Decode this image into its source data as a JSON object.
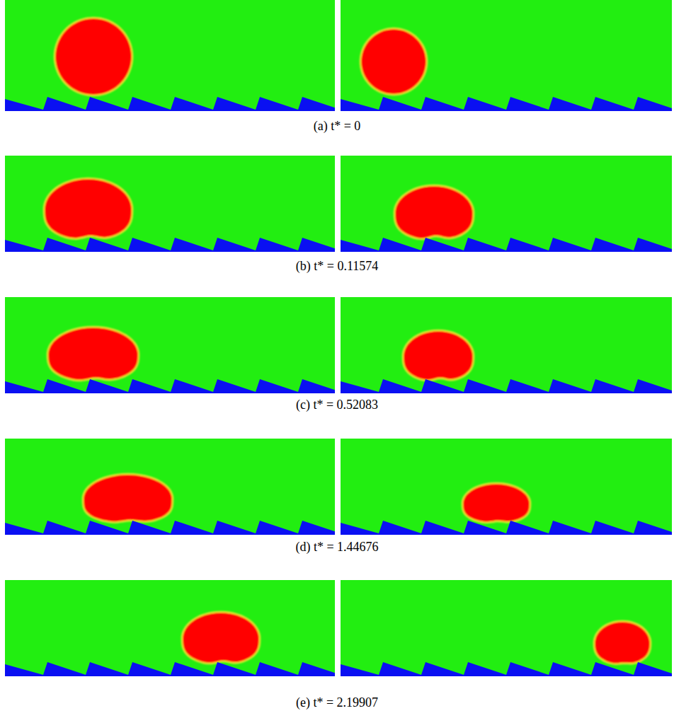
{
  "diagram": {
    "labels": [
      "(a) t* = 0",
      "(b) t* = 0.11574",
      "(c) t* = 0.52083",
      "(d) t* = 1.44676",
      "(e) t* = 2.19907"
    ]
  }
}
